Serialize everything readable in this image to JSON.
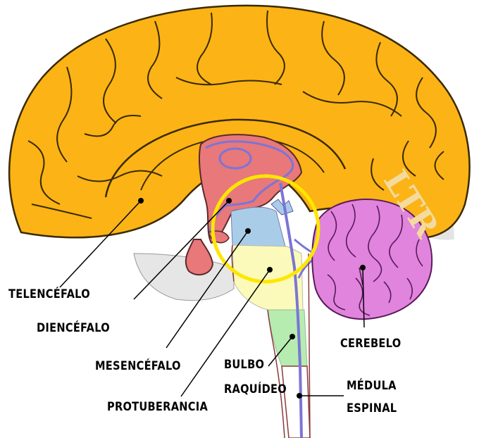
{
  "labels": {
    "telencefalo": "TELENCÉFALO",
    "diencefalo": "DIENCÉFALO",
    "mesencefalo": "MESENCÉFALO",
    "protuberancia": "PROTUBERANCIA",
    "bulbo_line1": "BULBO",
    "bulbo_line2": "RAQUÍDEO",
    "cerebelo": "CEREBELO",
    "medula_line1": "MÉDULA",
    "medula_line2": "ESPINAL"
  },
  "watermark": "LTR",
  "colors": {
    "telencefalo": "#fbb316",
    "diencefalo": "#e8787a",
    "mesencefalo": "#a9cde8",
    "protuberancia": "#fbfaba",
    "bulbo": "#b6ecb0",
    "cerebelo": "#e084dd",
    "highlight": "#ffe600",
    "ventricle": "#7b75d6"
  }
}
